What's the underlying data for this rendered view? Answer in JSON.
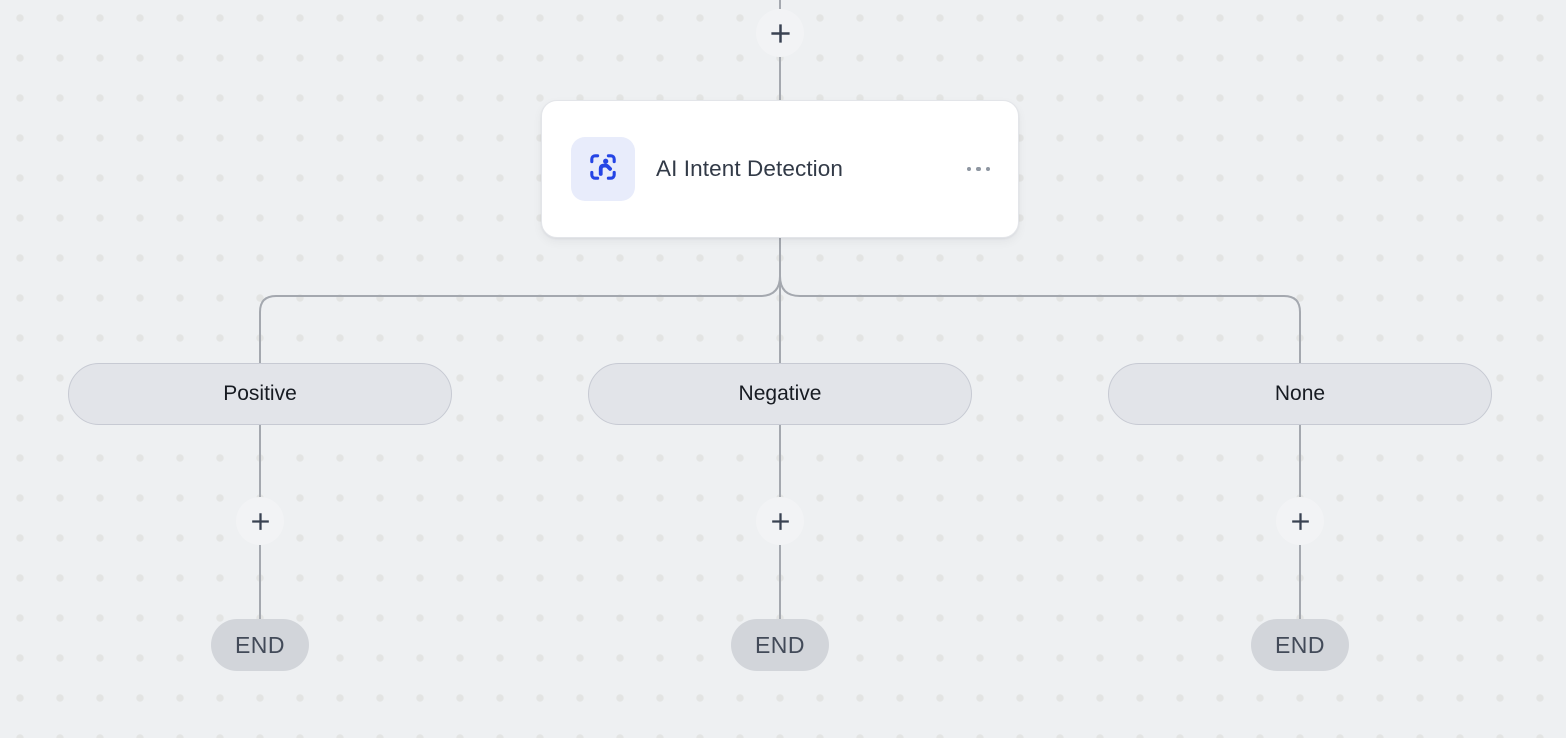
{
  "canvas": {
    "background_color": "#eef0f2",
    "dot_color": "#e3e4e3",
    "connector_color": "#a4a8af"
  },
  "node": {
    "title": "AI Intent Detection",
    "icon": "intent-detection-icon",
    "icon_color": "#2545e5",
    "icon_bg_color": "#e8ecfb"
  },
  "branches": [
    {
      "label": "Positive"
    },
    {
      "label": "Negative"
    },
    {
      "label": "None"
    }
  ],
  "terminal_label": "END"
}
